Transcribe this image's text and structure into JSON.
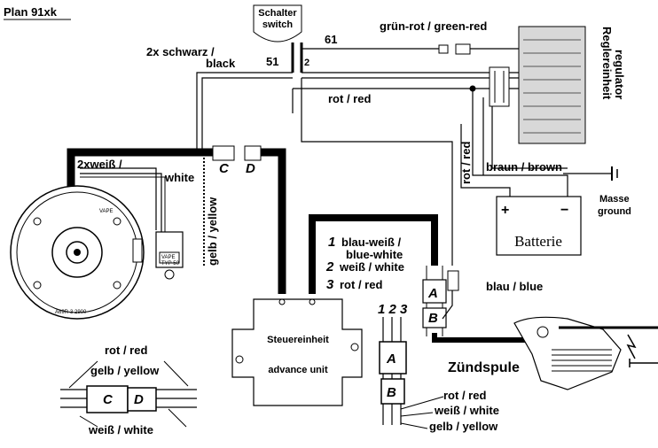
{
  "title": "Plan 91xk",
  "switch": {
    "title_de": "Schalter",
    "title_en": "switch",
    "terminal_51": "51",
    "terminal_2": "2",
    "terminal_61": "61"
  },
  "wires": {
    "green_red": "grün-rot / green-red",
    "black_1": "2x schwarz /",
    "black_2": "black",
    "red_top": "rot / red",
    "red_vertical": "rot / red",
    "white_1": "2xweiß /",
    "white_2": "white",
    "yellow_vertical": "gelb / yellow",
    "brown": "braun / brown",
    "blue": "blau / blue"
  },
  "regulator": {
    "label_de": "Reglereinheit",
    "label_en": "regulator"
  },
  "ground": {
    "label_de": "Masse",
    "label_en": "ground"
  },
  "battery": {
    "label": "Batterie",
    "plus": "+",
    "minus": "−"
  },
  "connectors": {
    "C": "C",
    "D": "D",
    "A": "A",
    "B": "B"
  },
  "advance_list": [
    {
      "num": "1",
      "text": "blau-weiß /"
    },
    {
      "num": "",
      "text": "blue-white"
    },
    {
      "num": "2",
      "text": "weiß / white"
    },
    {
      "num": "3",
      "text": "rot / red"
    }
  ],
  "control_unit": {
    "label_de": "Steuereinheit",
    "label_en": "advance unit"
  },
  "ignition_coil": "Zündspule",
  "pickup_badge_1": "VAPE",
  "pickup_badge_2": "TYP 50",
  "stator_text_1": "VAPE",
  "stator_text_2": "A69R-3 2900",
  "cd_detail": {
    "top1": "rot / red",
    "top2": "gelb / yellow",
    "bottom": "weiß / white"
  },
  "ab_detail": {
    "pins": "1 2 3",
    "w1": "rot / red",
    "w2": "weiß / white",
    "w3": "gelb / yellow"
  }
}
